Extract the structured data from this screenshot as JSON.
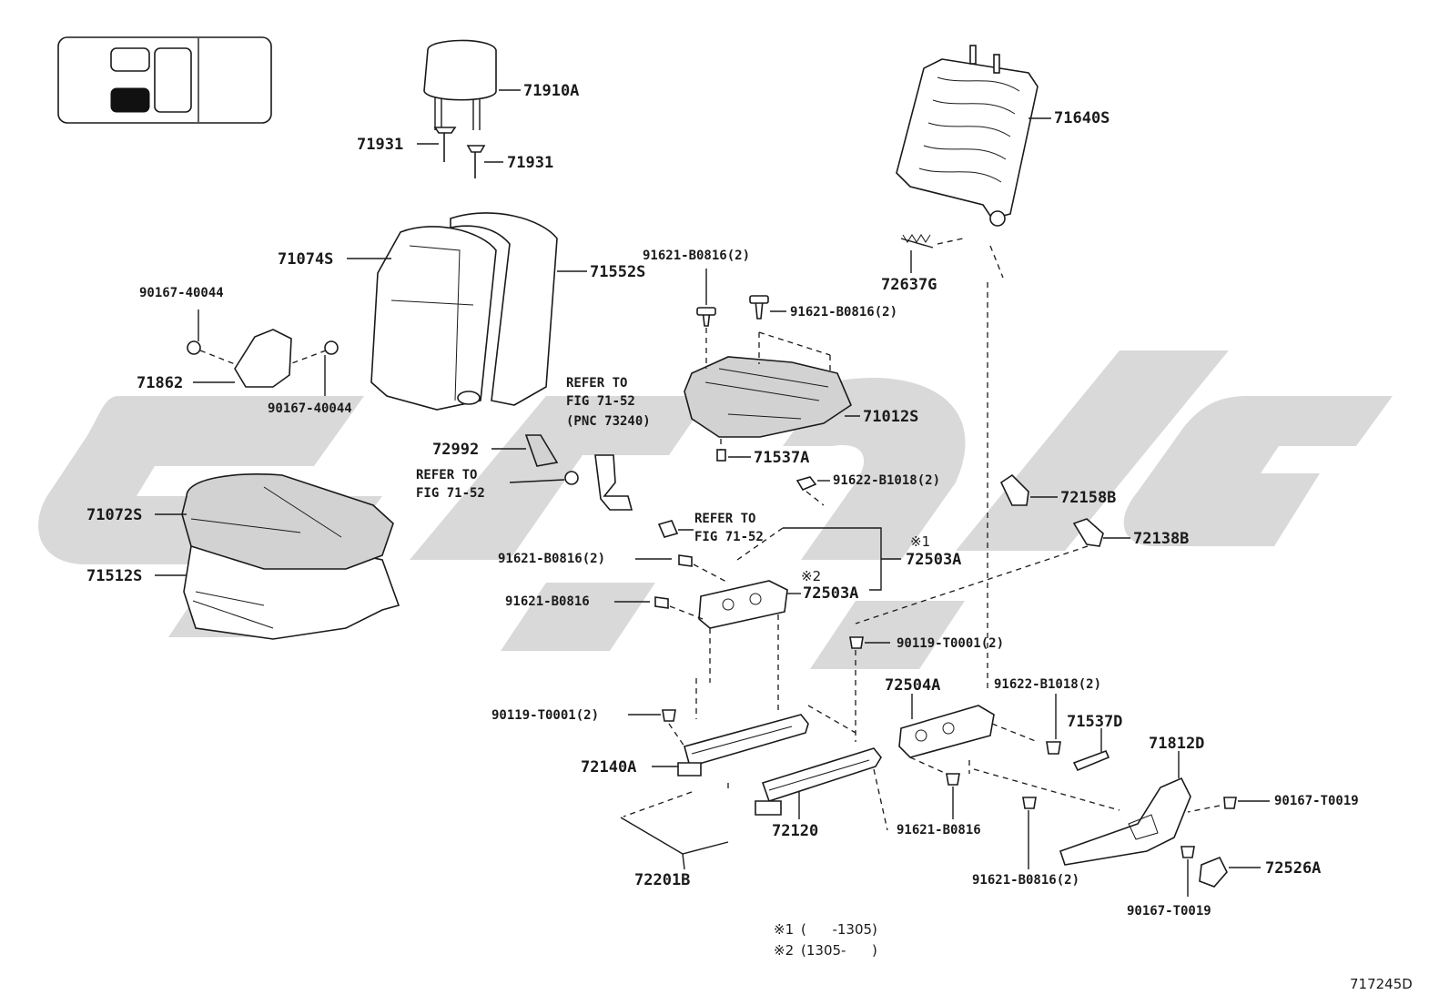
{
  "diagram_code": "717245D",
  "legend_box": {
    "highlighted_cell": "front-lower-left"
  },
  "notes": [
    {
      "mark": "※1",
      "range": "(      -1305)"
    },
    {
      "mark": "※2",
      "range": "(1305-      )"
    }
  ],
  "markers": {
    "m1": "※1",
    "m2": "※2"
  },
  "labels": {
    "p71910A": "71910A",
    "p71931a": "71931",
    "p71931b": "71931",
    "p71640S": "71640S",
    "p72637G": "72637G",
    "p71074S": "71074S",
    "p71552S": "71552S",
    "p90167_40044a": "90167-40044",
    "p90167_40044b": "90167-40044",
    "p71862": "71862",
    "p91621_B0816_2a": "91621-B0816(2)",
    "p91621_B0816_2b": "91621-B0816(2)",
    "p71012S": "71012S",
    "p71537A": "71537A",
    "p72992": "72992",
    "p91622_B1018_2a": "91622-B1018(2)",
    "p72158B": "72158B",
    "p72138B": "72138B",
    "p71072S": "71072S",
    "p71512S": "71512S",
    "p72503A_1": "72503A",
    "p72503A_2": "72503A",
    "p91621_B0816_2c": "91621-B0816(2)",
    "p91621_B0816a": "91621-B0816",
    "p90119_T0001_2a": "90119-T0001(2)",
    "p90119_T0001_2b": "90119-T0001(2)",
    "p72504A": "72504A",
    "p91622_B1018_2b": "91622-B1018(2)",
    "p71537D": "71537D",
    "p71812D": "71812D",
    "p72140A": "72140A",
    "p72120": "72120",
    "p91621_B0816b": "91621-B0816",
    "p91621_B0816_2d": "91621-B0816(2)",
    "p90167_T0019a": "90167-T0019",
    "p90167_T0019b": "90167-T0019",
    "p72526A": "72526A",
    "p72201B": "72201B"
  },
  "refers": {
    "r1": [
      "REFER TO",
      "FIG 71-52",
      "(PNC 73240)"
    ],
    "r2": [
      "REFER TO",
      "FIG 71-52"
    ],
    "r3": [
      "REFER TO",
      "FIG 71-52"
    ]
  }
}
